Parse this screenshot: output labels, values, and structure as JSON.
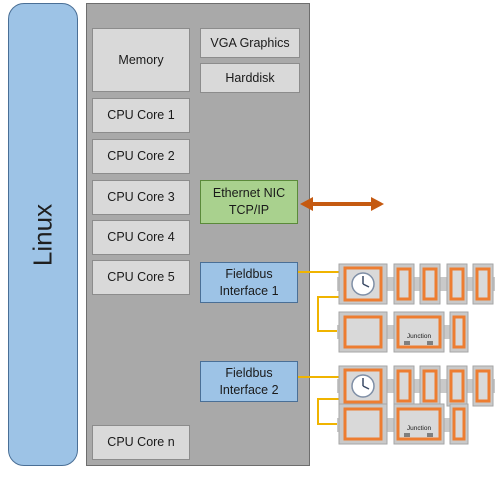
{
  "os": {
    "label": "Linux"
  },
  "components": {
    "memory": "Memory",
    "vga": "VGA Graphics",
    "harddisk": "Harddisk",
    "cores": [
      "CPU Core 1",
      "CPU Core 2",
      "CPU Core 3",
      "CPU Core 4",
      "CPU Core 5"
    ],
    "core_n": "CPU Core n",
    "nic": {
      "line1": "Ethernet NIC",
      "line2": "TCP/IP"
    },
    "fieldbus1": {
      "line1": "Fieldbus",
      "line2": "Interface 1"
    },
    "fieldbus2": {
      "line1": "Fieldbus",
      "line2": "Interface 2"
    }
  },
  "devices": {
    "junction_label": "Junction"
  },
  "colors": {
    "linux": "#9dc3e6",
    "mainboard": "#a9a9a9",
    "component": "#d9d9d9",
    "nic": "#a9d18e",
    "fieldbus": "#9dc3e6",
    "arrow": "#c55a11",
    "bus_line": "#f0b400",
    "device_frame": "#ed7d31"
  }
}
